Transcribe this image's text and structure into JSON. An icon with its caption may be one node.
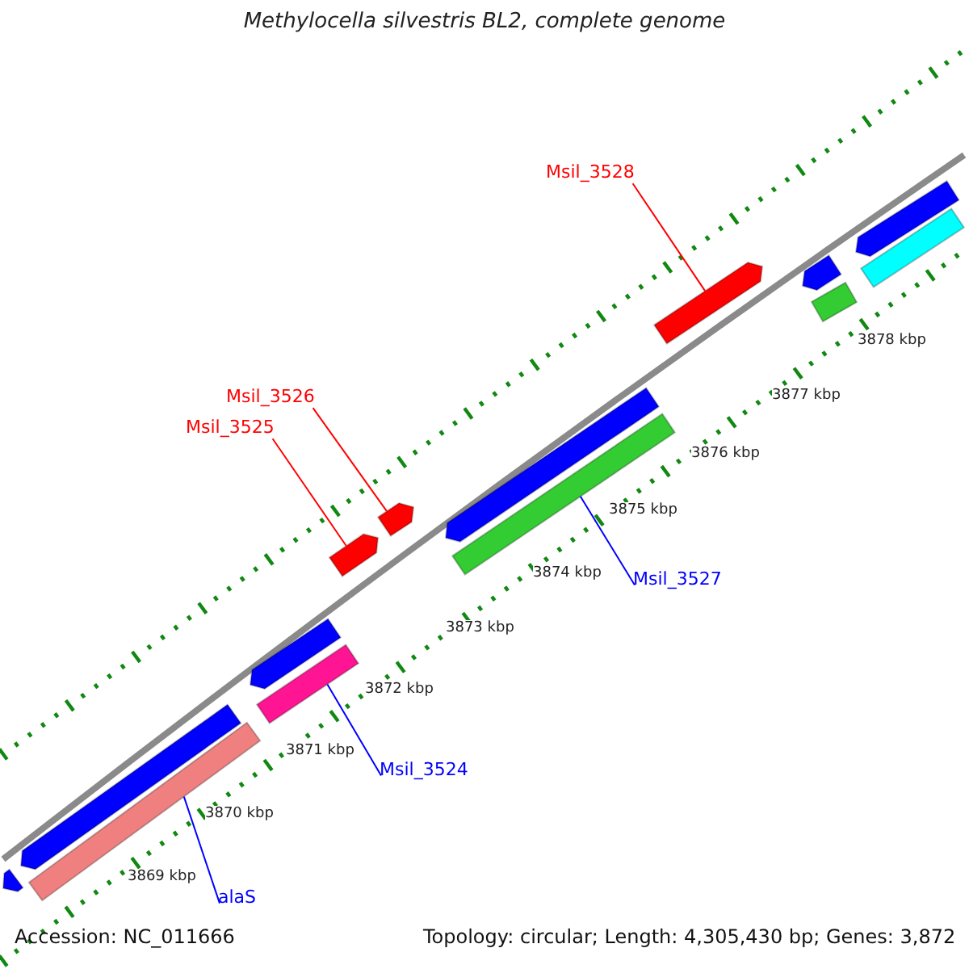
{
  "diagram": {
    "title": "Methylocella silvestris BL2, complete genome",
    "nodes": [
      {
        "text": [
          "Msil_3528"
        ]
      },
      {
        "text": [],
        "shape": "bar"
      },
      {
        "text": [
          "Msil_3526"
        ]
      },
      {
        "text": [],
        "shape": "bar"
      },
      {
        "text": [
          "Msil_3525"
        ]
      },
      {
        "text": [],
        "shape": "bar"
      },
      {
        "text": [
          "Msil_3527"
        ]
      },
      {
        "text": [],
        "shape": "bar"
      },
      {
        "text": [
          "Msil_3524"
        ]
      },
      {
        "text": [],
        "shape": "bar"
      },
      {
        "text": [
          "alaS"
        ]
      },
      {
        "text": [],
        "shape": "bar"
      },
      {
        "text": [],
        "shape": "bar"
      },
      {
        "text": [],
        "shape": "bar"
      },
      {
        "text": [],
        "shape": "bar"
      },
      {
        "text": [],
        "shape": "bar"
      },
      {
        "text": [],
        "shape": "bar"
      },
      {
        "text": [],
        "shape": "bar"
      },
      {
        "text": [],
        "shape": "bar"
      },
      {
        "text": [],
        "shape": "bar"
      }
    ],
    "edges": [
      {
        "from": 0,
        "to": 1,
        "arrow": "none",
        "color": "#ff0000"
      },
      {
        "from": 2,
        "to": 3,
        "arrow": "none",
        "color": "#ff0000"
      },
      {
        "from": 4,
        "to": 5,
        "arrow": "none",
        "color": "#ff0000"
      },
      {
        "from": 6,
        "to": 7,
        "arrow": "none",
        "color": "#0000ff"
      },
      {
        "from": 8,
        "to": 9,
        "arrow": "none",
        "color": "#0000ff"
      },
      {
        "from": 10,
        "to": 11,
        "arrow": "none",
        "color": "#0000ff"
      }
    ],
    "labels": [
      "3878 kbp",
      "3877 kbp",
      "3876 kbp",
      "3875 kbp",
      "3874 kbp",
      "3873 kbp",
      "3872 kbp",
      "3871 kbp",
      "3870 kbp",
      "3869 kbp",
      "Accession: NC_011666",
      "Topology: circular; Length: 4,305,430 bp; Genes: 3,872"
    ]
  }
}
